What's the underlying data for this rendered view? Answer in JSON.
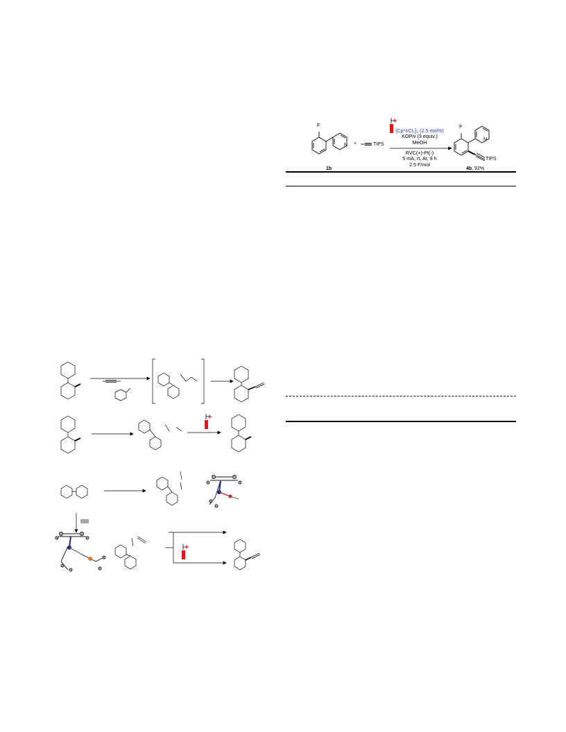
{
  "scheme_right": {
    "substrate_atom": "F",
    "substrate_label": "1b",
    "plus": "+",
    "alkyne_group": "TIPS",
    "ring_n": "N",
    "catalyst": "[Cp*IrCl₂]₂ (2.5 mol%)",
    "base": "KOPiv (3 equiv.)",
    "solvent": "MeOH",
    "electrodes": "RVC(+)-Pt(-)",
    "conditions": "5 mA, rt, Ar, 8 h",
    "charge": "2.5 F/mol",
    "product_atom": "F",
    "product_group": "TIPS",
    "product_n": "N",
    "product_label": "4b",
    "product_yield": ", 92%"
  },
  "colors": {
    "battery_red": "#e8141c",
    "catalyst_blue": "#2a3ad0",
    "iridium": "#1a2a8c",
    "silicon": "#e07a2a",
    "oxygen": "#d0202a"
  },
  "icons": [
    "battery-icon",
    "ortep-structure-icon"
  ]
}
